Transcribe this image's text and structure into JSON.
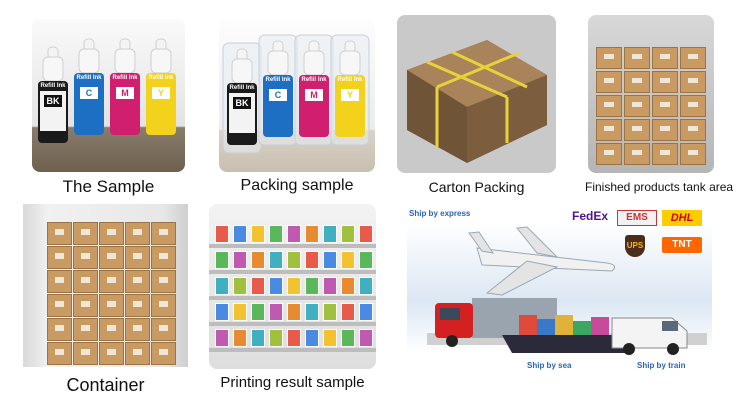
{
  "captions": {
    "sample": "The Sample",
    "packing_sample": "Packing sample",
    "carton_packing": "Carton Packing",
    "finished_products": "Finished products tank area",
    "container": "Container",
    "printing_result": "Printing result sample"
  },
  "bottle_label": "Refill Ink",
  "bottles": [
    {
      "code": "BK",
      "color": "#1a1a1a"
    },
    {
      "code": "C",
      "color": "#1d6fc4"
    },
    {
      "code": "M",
      "color": "#d11f6f"
    },
    {
      "code": "Y",
      "color": "#f2d21c"
    }
  ],
  "shipping": {
    "by_express": "Ship by express",
    "by_sea": "Ship by sea",
    "by_train": "Ship by train",
    "carriers": [
      "FedEx",
      "EMS",
      "DHL",
      "UPS",
      "TNT"
    ]
  }
}
